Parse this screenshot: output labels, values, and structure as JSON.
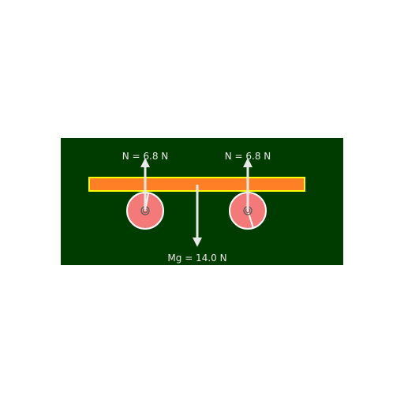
{
  "colors": {
    "page_background": "#ffffff",
    "panel_background": "#003c00",
    "plank_fill": "#ff7f27",
    "plank_border": "#ffff00",
    "wheel_fill": "#f47a7a",
    "wheel_border": "#ffffff",
    "axle": "#555555",
    "arrow": "#e8e8e8",
    "label_text": "#e6e6e6"
  },
  "forces": {
    "normal_left": {
      "label": "N = 6.8 N",
      "value": 6.8,
      "unit": "N",
      "direction": "up"
    },
    "normal_right": {
      "label": "N = 6.8 N",
      "value": 6.8,
      "unit": "N",
      "direction": "up"
    },
    "weight": {
      "label": "Mg = 14.0 N",
      "value": 14.0,
      "unit": "N",
      "direction": "down"
    }
  },
  "icons": {
    "wheel_left": "wheel-icon",
    "wheel_right": "wheel-icon",
    "axle_left": "axle-icon",
    "axle_right": "axle-icon"
  }
}
